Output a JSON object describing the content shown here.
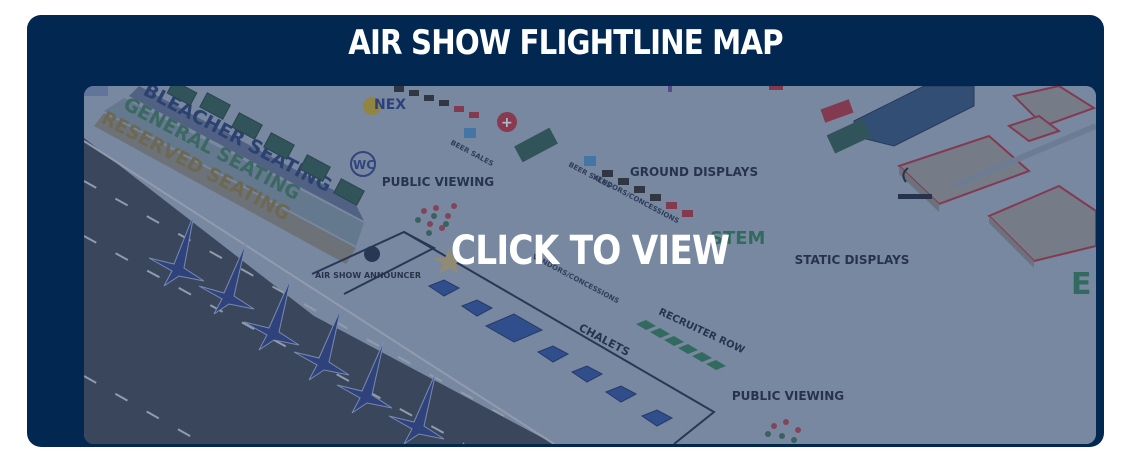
{
  "card": {
    "title": "AIR SHOW FLIGHTLINE MAP",
    "cta": "CLICK TO VIEW",
    "overlay_color": "#6e7f99"
  },
  "map": {
    "seating": [
      "BLEACHER SEATING",
      "GENERAL SEATING",
      "RESERVED SEATING"
    ],
    "labels": {
      "public_viewing": "PUBLIC VIEWING",
      "public_viewing_2": "PUBLIC VIEWING",
      "ground_displays": "GROUND DISPLAYS",
      "static_displays": "STATIC DISPLAYS",
      "stem": "STEM",
      "chalets": "CHALETS",
      "recruiter_row": "RECRUITER ROW",
      "air_show_announcer": "AIR SHOW ANNOUNCER",
      "beer_sales_1": "BEER SALES",
      "beer_sales_2": "BEER SALES",
      "vendors_1": "VENDORS/CONCESSIONS",
      "vendors_2": "VENDORS/CONCESSIONS",
      "nex": "NEX",
      "restroom": "WC",
      "edge_letter": "E"
    }
  },
  "colors": {
    "frame": "#022852",
    "map_ground": "#9aa8bb",
    "runway": "#3f4756",
    "jets": "#2b3d86",
    "chalets": "#2c4fa0",
    "recruiter": "#2f7c57",
    "stem_green": "#2f7c57"
  }
}
